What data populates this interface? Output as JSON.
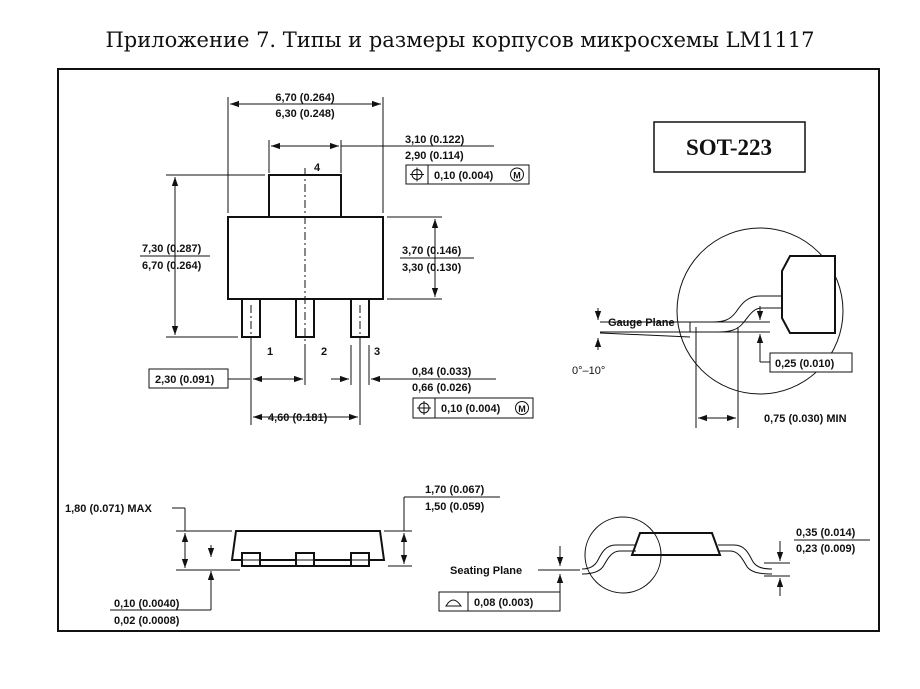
{
  "title": "Приложение 7. Типы и размеры корпусов микросхемы LM1117",
  "package_name": "SOT-223",
  "top_view": {
    "width_max": "6,70 (0.264)",
    "width_min": "6,30 (0.248)",
    "tab_width_max": "3,10 (0.122)",
    "tab_width_min": "2,90 (0.114)",
    "tab_tolerance": "0,10 (0.004)",
    "tab_pin": "4",
    "height_max": "7,30 (0.287)",
    "height_min": "6,70 (0.264)",
    "body_height_max": "3,70 (0.146)",
    "body_height_min": "3,30 (0.130)",
    "pin1": "1",
    "pin2": "2",
    "pin3": "3",
    "pitch": "2,30 (0.091)",
    "pitch_total": "4,60 (0.181)",
    "lead_width_max": "0,84 (0.033)",
    "lead_width_min": "0,66 (0.026)",
    "lead_tolerance": "0,10 (0.004)",
    "mmc_symbol": "M"
  },
  "gauge_detail": {
    "gauge_plane": "Gauge Plane",
    "angle": "0°–10°",
    "gauge_height": "0,25 (0.010)",
    "foot_length": "0,75 (0.030) MIN"
  },
  "side_view": {
    "height_max": "1,80 (0.071) MAX",
    "body_thickness_max": "1,70 (0.067)",
    "body_thickness_min": "1,50 (0.059)",
    "standoff_max": "0,10 (0.0040)",
    "standoff_min": "0,02 (0.0008)"
  },
  "seating_detail": {
    "seating_plane": "Seating Plane",
    "coplanarity": "0,08 (0.003)",
    "lead_thickness_max": "0,35 (0.014)",
    "lead_thickness_min": "0,23 (0.009)"
  }
}
